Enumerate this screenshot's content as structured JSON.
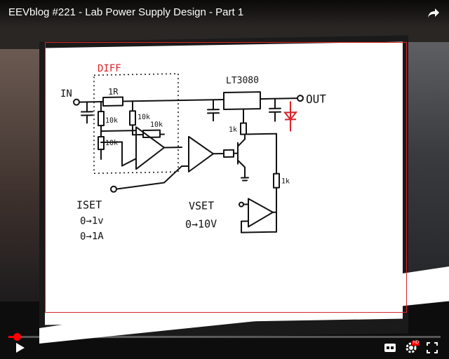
{
  "video": {
    "title": "EEVblog #221 - Lab Power Supply Design - Part 1",
    "progress_fraction": 0.02,
    "hd_badge": "HD"
  },
  "icons": {
    "share": "share-icon",
    "play": "play-icon",
    "captions": "captions-icon",
    "settings": "gear-icon",
    "fullscreen": "fullscreen-icon"
  },
  "whiteboard": {
    "diff_label": "DIFF",
    "in_label": "IN",
    "r_sense": "1R",
    "r1": "10k",
    "r2": "10k",
    "r3": "10k",
    "r4": "10k",
    "regulator": "LT3080",
    "out_label": "OUT",
    "r_reg": "1k",
    "r_bot": "1k",
    "iset_label": "ISET",
    "iset_range1": "0→1v",
    "iset_range2": "0→1A",
    "vset_label": "VSET",
    "vset_range": "0→10V"
  },
  "colors": {
    "accent": "#ff0000",
    "ink": "#111111",
    "red_ink": "#d9232a"
  }
}
